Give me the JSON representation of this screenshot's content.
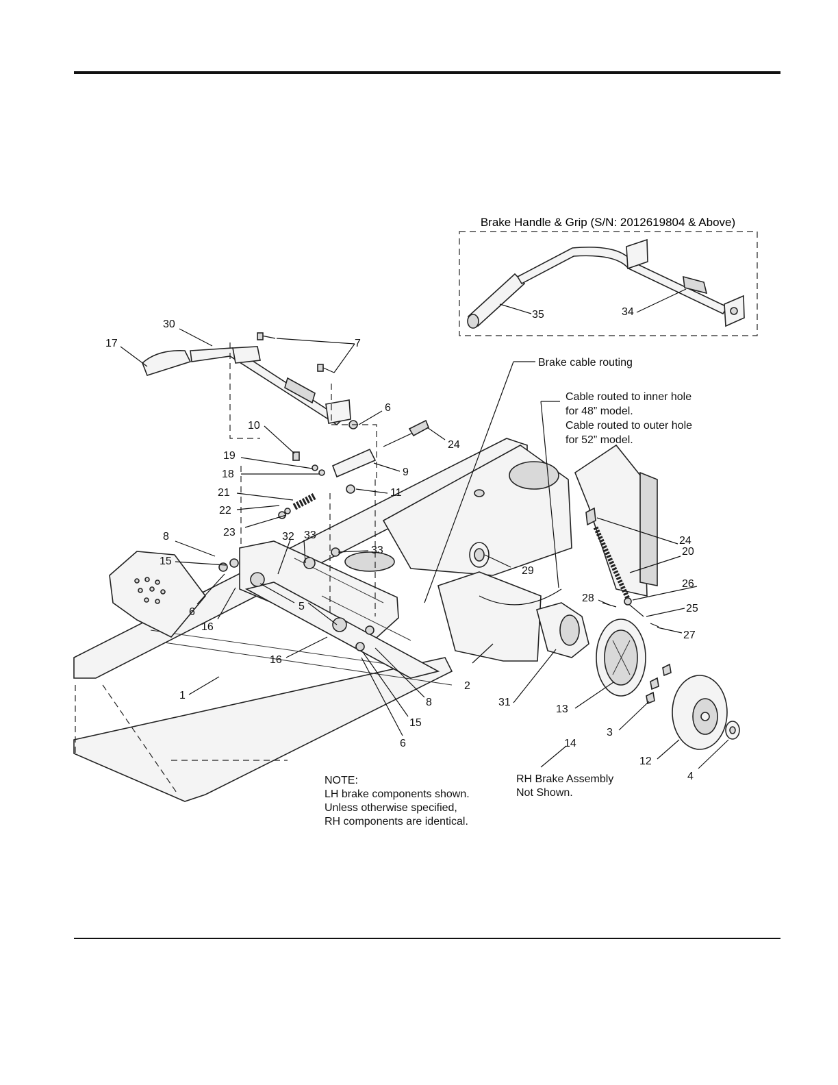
{
  "inset": {
    "title": "Brake Handle & Grip (S/N: 2012619804 & Above)",
    "callouts": [
      "35",
      "34"
    ]
  },
  "callouts": {
    "c30": "30",
    "c17": "17",
    "c7": "7",
    "c6a": "6",
    "c24a": "24",
    "c10": "10",
    "c19": "19",
    "c18": "18",
    "c9": "9",
    "c11": "11",
    "c21": "21",
    "c22": "22",
    "c23": "23",
    "c8a": "8",
    "c33a": "33",
    "c32": "32",
    "c33b": "33",
    "c15a": "15",
    "c6b": "6",
    "c16a": "16",
    "c5": "5",
    "c16b": "16",
    "c1": "1",
    "c8b": "8",
    "c15b": "15",
    "c6c": "6",
    "c29": "29",
    "c2": "2",
    "c31": "31",
    "c24b": "24",
    "c20": "20",
    "c26": "26",
    "c28": "28",
    "c25": "25",
    "c27": "27",
    "c13": "13",
    "c3": "3",
    "c14": "14",
    "c12": "12",
    "c4": "4"
  },
  "annotations": {
    "brake_cable_routing": "Brake cable routing",
    "cable_note": [
      "Cable routed to inner hole",
      "for 48” model.",
      "Cable routed to outer hole",
      "for 52” model."
    ],
    "note": [
      "NOTE:",
      "LH brake components shown.",
      "Unless otherwise specified,",
      "RH components are identical."
    ],
    "rh_note": [
      "RH Brake Assembly",
      "Not Shown."
    ]
  }
}
